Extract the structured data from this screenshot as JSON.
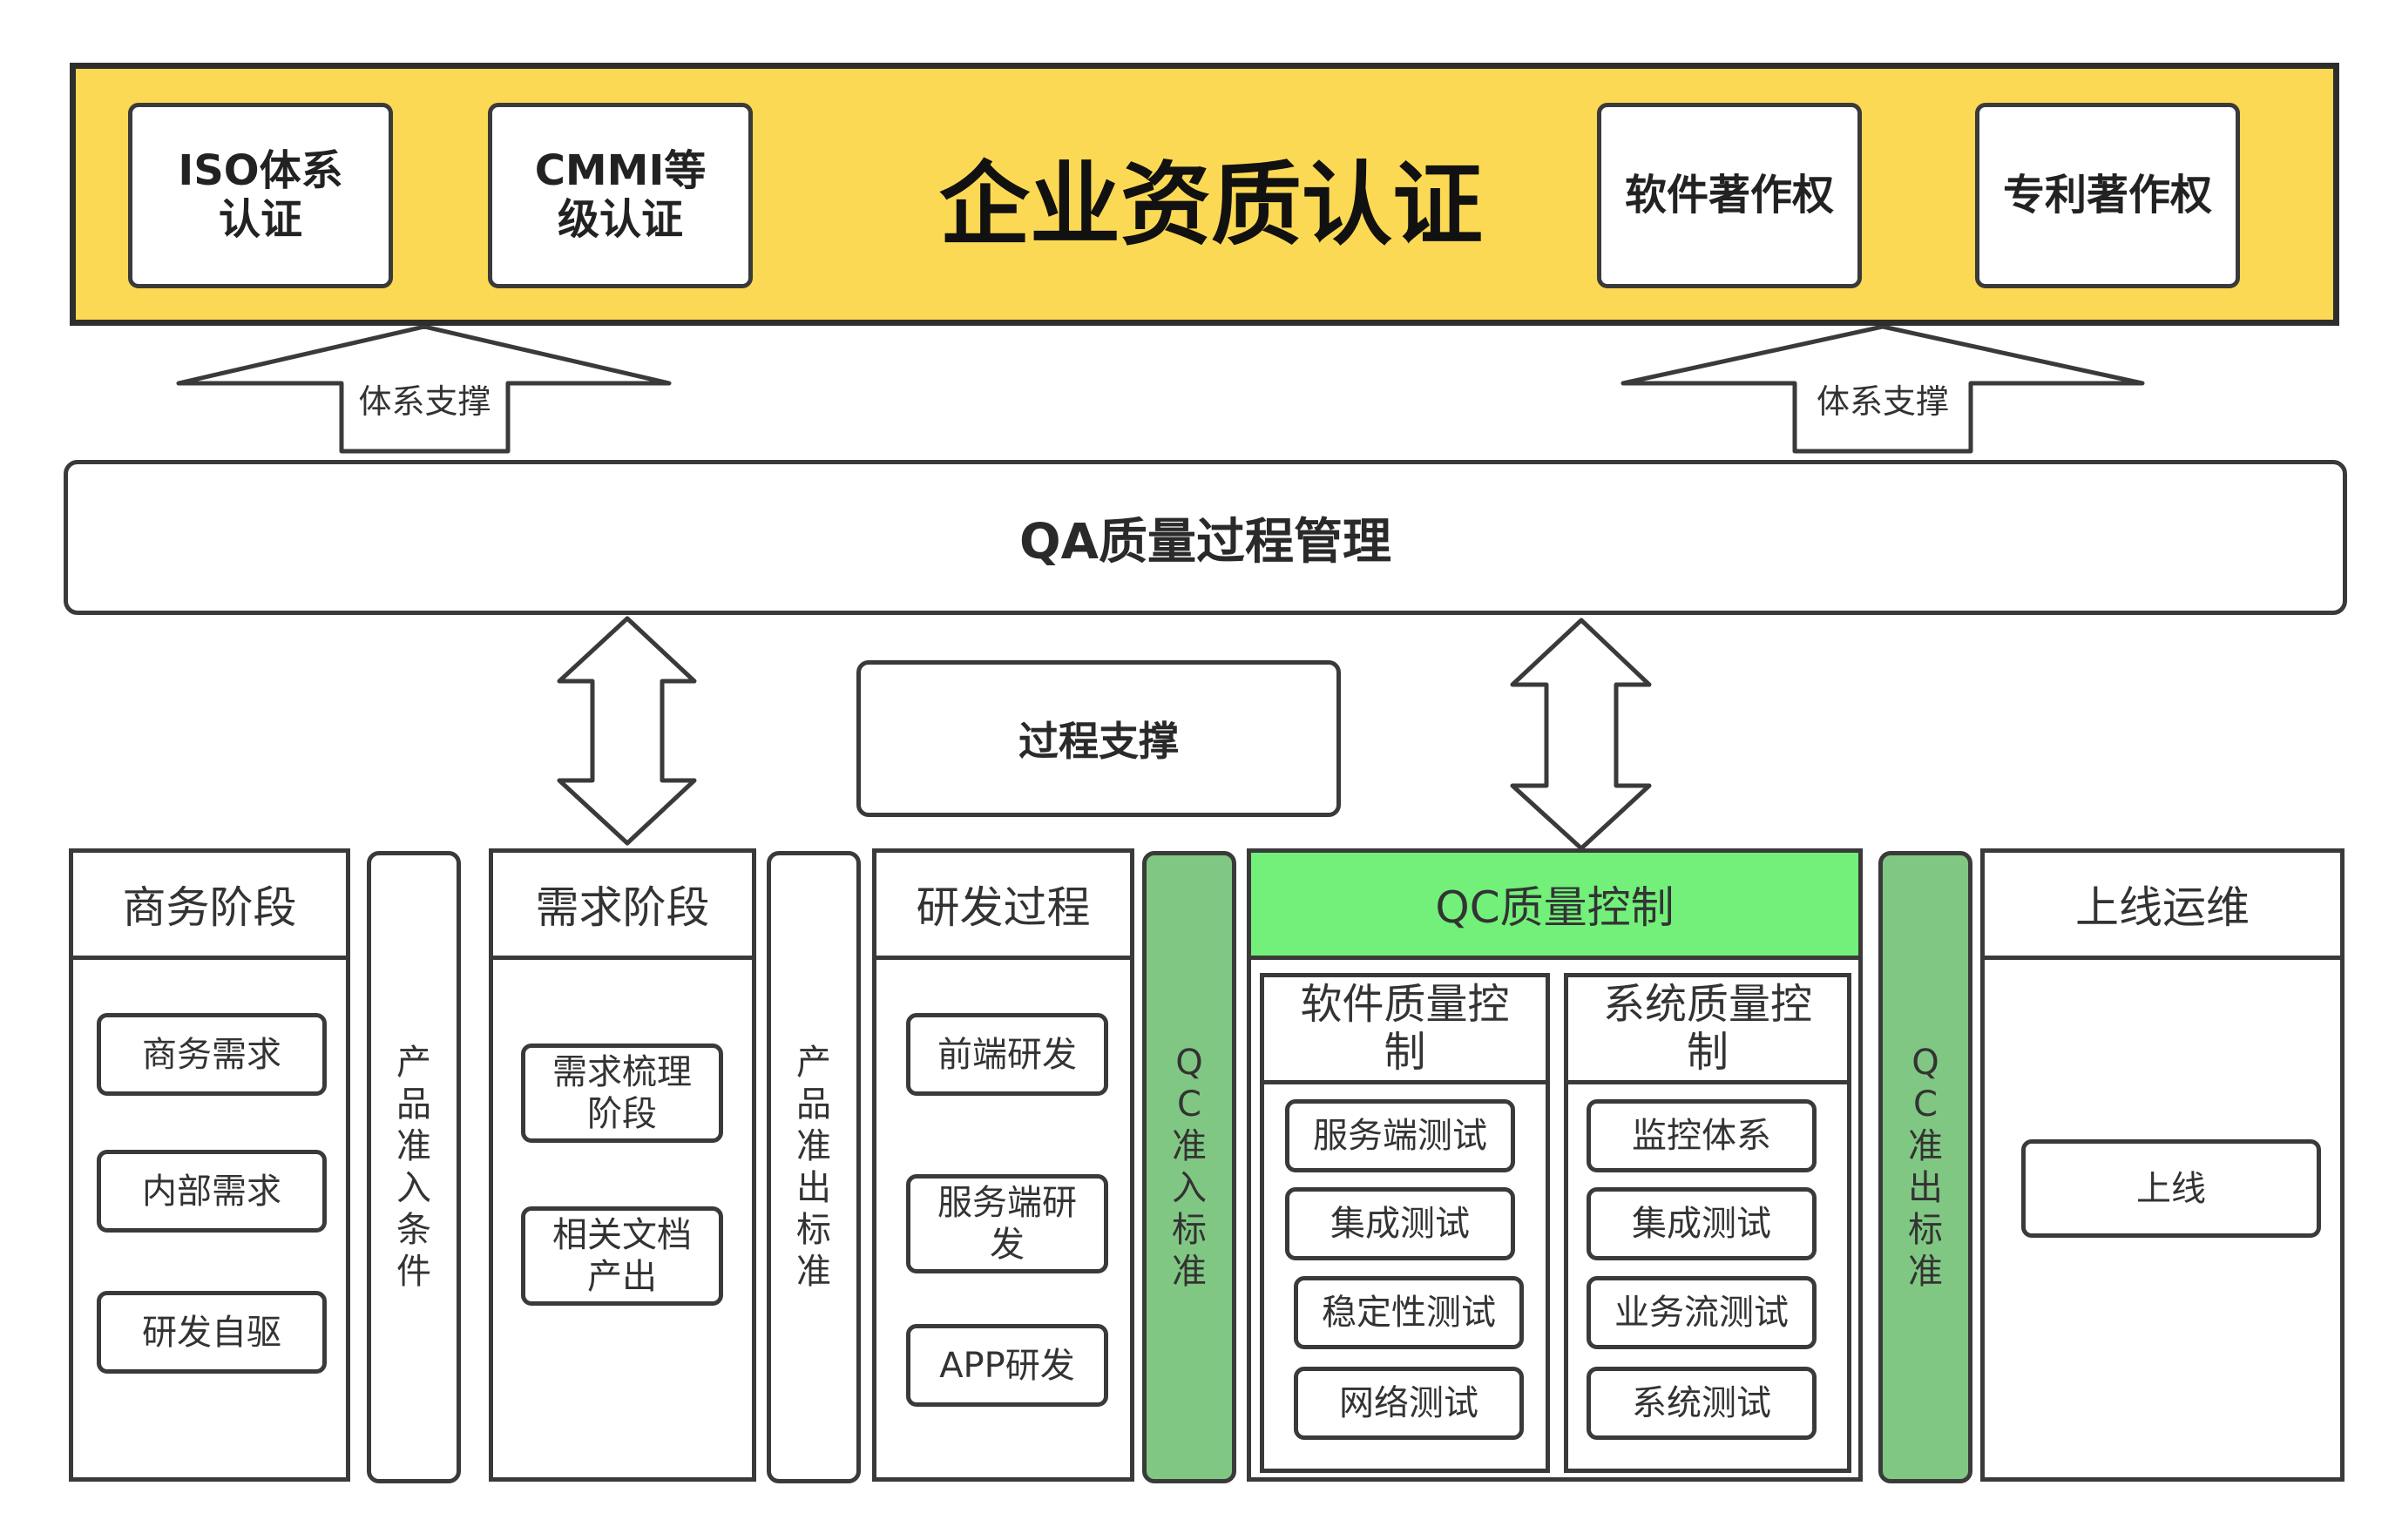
{
  "banner": {
    "title": "企业资质认证",
    "certs": [
      "ISO体系认证",
      "CMMI等级认证",
      "软件著作权",
      "专利著作权"
    ]
  },
  "support_arrows": {
    "left_label": "体系支撑",
    "right_label": "体系支撑"
  },
  "qa": {
    "label": "QA质量过程管理"
  },
  "process_support": {
    "label": "过程支撑"
  },
  "business": {
    "title": "商务阶段",
    "items": [
      "商务需求",
      "内部需求",
      "研发自驱"
    ]
  },
  "product_entry": {
    "label": "产品准入条件"
  },
  "requirement": {
    "title": "需求阶段",
    "items": [
      "需求梳理阶段",
      "相关文档产出"
    ]
  },
  "product_exit": {
    "label": "产品准出标准"
  },
  "dev": {
    "title": "研发过程",
    "items": [
      "前端研发",
      "服务端研发",
      "APP研发"
    ]
  },
  "qc_entry": {
    "label": "QC准入标准"
  },
  "qc": {
    "title": "QC质量控制",
    "software": {
      "title": "软件质量控制",
      "items": [
        "服务端测试",
        "集成测试",
        "稳定性测试",
        "网络测试"
      ]
    },
    "system": {
      "title": "系统质量控制",
      "items": [
        "监控体系",
        "集成测试",
        "业务流测试",
        "系统测试"
      ]
    }
  },
  "qc_exit": {
    "label": "QC准出标准"
  },
  "ops": {
    "title": "上线运维",
    "items": [
      "上线"
    ]
  },
  "colors": {
    "banner": "#fcd954",
    "qc_header": "#72f07a",
    "qc_bar": "#81c784",
    "stroke": "#3a3a3a"
  }
}
